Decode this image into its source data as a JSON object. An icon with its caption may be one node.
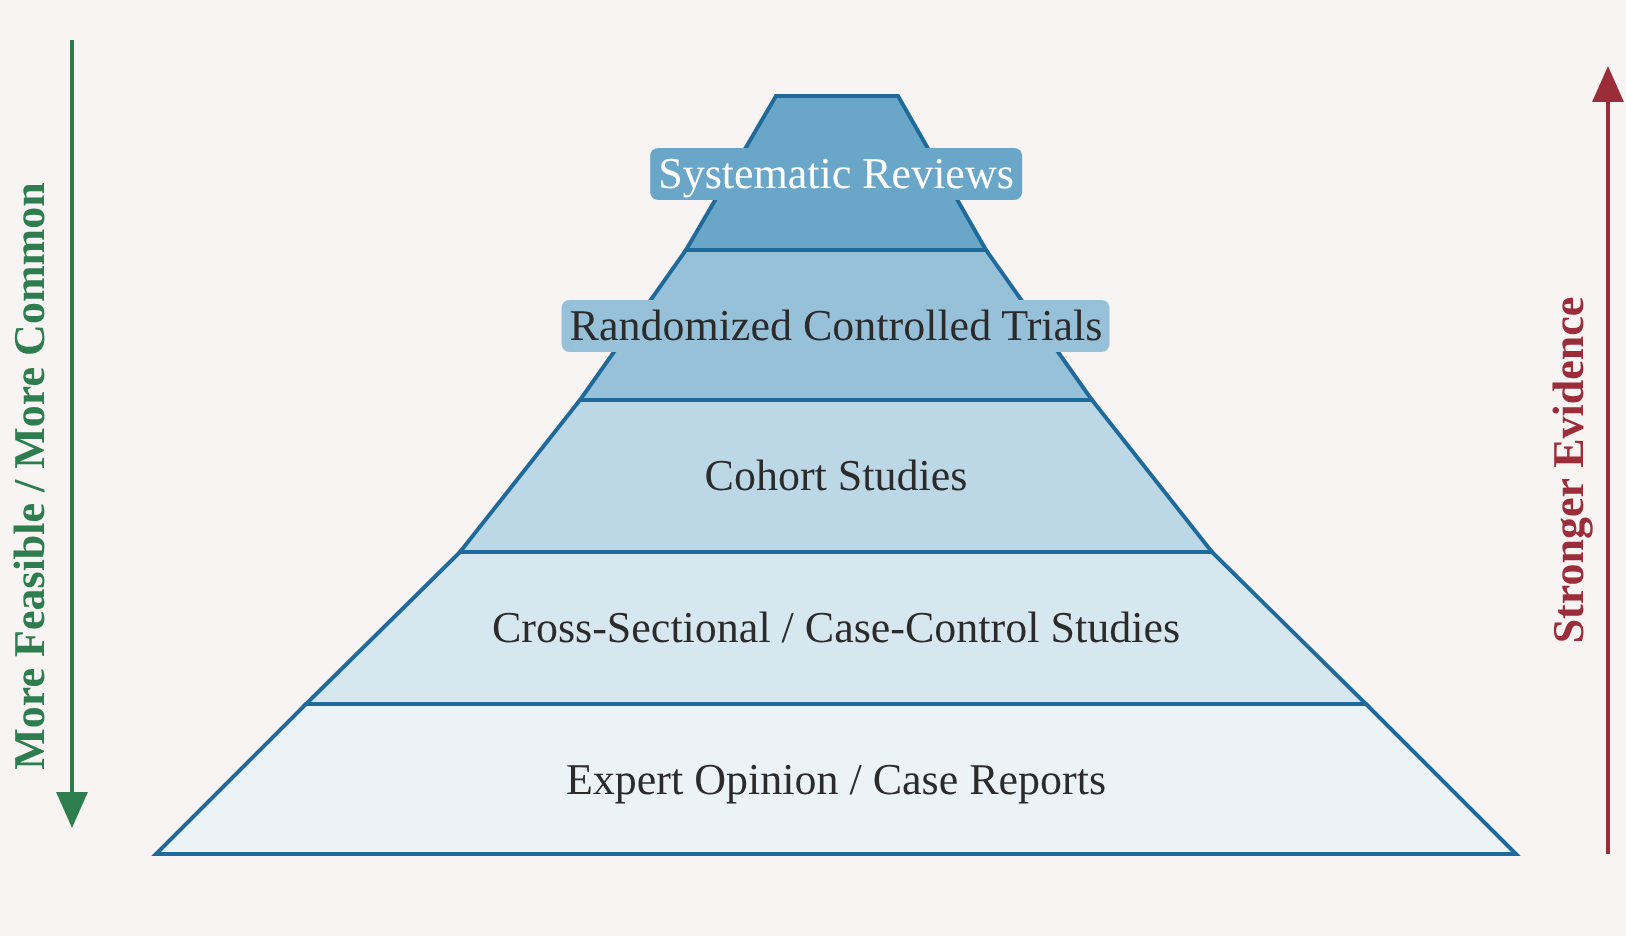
{
  "diagram": {
    "nodes": [
      {
        "text": [
          "Systematic Reviews"
        ]
      },
      {
        "text": [
          "Randomized Controlled Trials"
        ]
      },
      {
        "text": [
          "Cohort Studies"
        ]
      },
      {
        "text": [
          "Cross-Sectional / Case-Control Studies"
        ]
      },
      {
        "text": [
          "Expert Opinion / Case Reports"
        ]
      }
    ],
    "labels": [
      "More Feasible / More Common",
      "Stronger Evidence"
    ]
  }
}
